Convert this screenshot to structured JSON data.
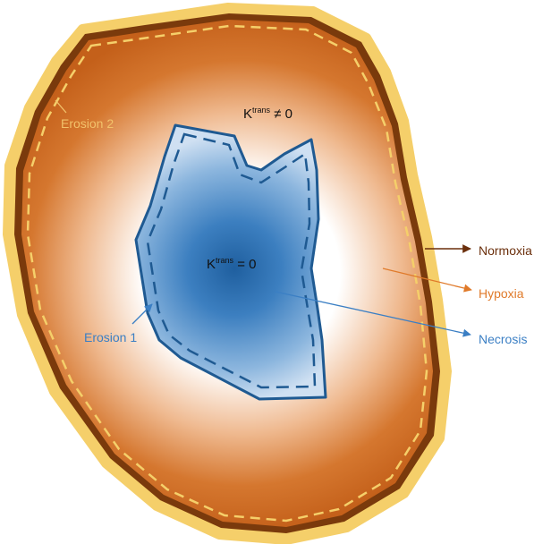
{
  "labels": {
    "ktrans_outer": {
      "base": "K",
      "sup": "trans",
      "rest": " ≠ 0"
    },
    "ktrans_inner": {
      "base": "K",
      "sup": "trans",
      "rest": " = 0"
    },
    "erosion_outer": "Erosion 2",
    "erosion_inner": "Erosion 1",
    "normoxia": "Normoxia",
    "hypoxia": "Hypoxia",
    "necrosis": "Necrosis"
  },
  "colors": {
    "rim_outer": "#f5cf6a",
    "rim_dark": "#7a3a0c",
    "tumor_orange": "#c8621b",
    "tumor_light": "#ffffff",
    "blue_core": "#2a6aae",
    "blue_edge": "#cfe0f2",
    "blue_outline": "#1f5a92",
    "erosion_outer_text": "#f2c26b",
    "erosion_inner_text": "#3b7fc4",
    "normoxia": "#6b2f0c",
    "hypoxia": "#e07a2a",
    "necrosis": "#3b7fc4"
  }
}
